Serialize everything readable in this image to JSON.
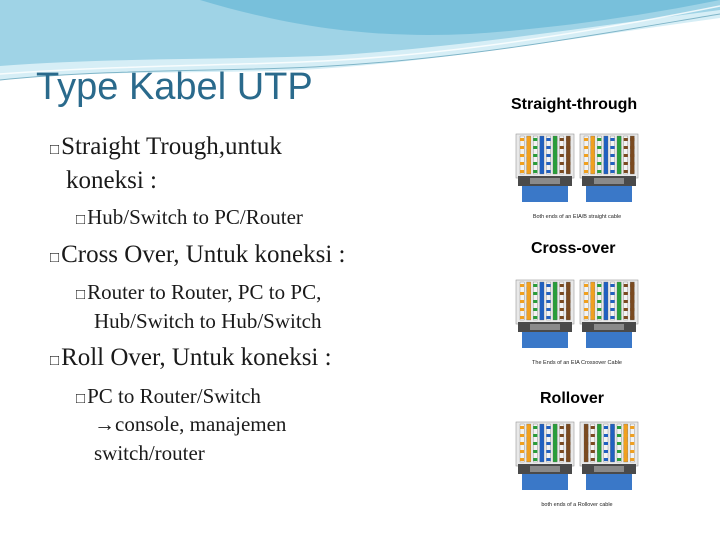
{
  "slide": {
    "title": "Type Kabel UTP"
  },
  "bullets": {
    "straight": "Straight Trough,untuk",
    "straight_cont": "koneksi :",
    "straight_sub": "Hub/Switch to PC/Router",
    "cross": "Cross Over, Untuk koneksi :",
    "cross_sub1": "Router to Router, PC to PC,",
    "cross_sub2": "Hub/Switch to Hub/Switch",
    "roll": "Roll Over, Untuk koneksi :",
    "roll_sub1": "PC to Router/Switch",
    "roll_sub2": "console, manajemen",
    "roll_sub3": "switch/router",
    "bullet_glyph": "□",
    "arrow_glyph": "→"
  },
  "figures": {
    "straight_caption": "Straight-through",
    "cross_caption": "Cross-over",
    "roll_caption": "Rollover",
    "straight_footer": "Both ends of an EIA/B straight cable",
    "cross_footer": "The Ends of an EIA Crossover Cable",
    "roll_footer": "both ends of a Rollover cable"
  },
  "colors": {
    "title": "#2a6a8c",
    "wave_light": "#bfe3ef",
    "wave_mid": "#7cc3dc",
    "connector_blue": "#3a78c8",
    "connector_dark": "#505050"
  }
}
